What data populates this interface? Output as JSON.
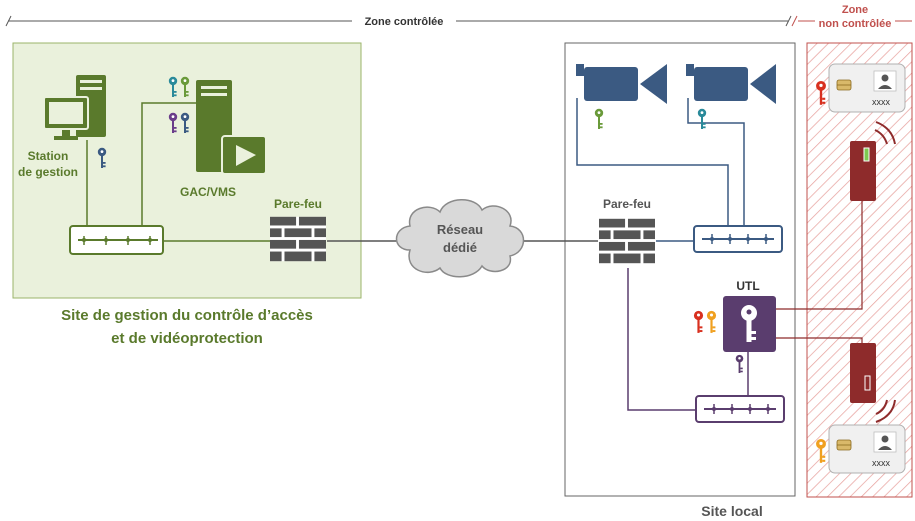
{
  "zones": {
    "controlled": "Zone contrôlée",
    "uncontrolled_line1": "Zone",
    "uncontrolled_line2": "non contrôlée"
  },
  "management_site": {
    "title_line1": "Site de gestion du contrôle d’accès",
    "title_line2": "et de vidéoprotection",
    "station_line1": "Station",
    "station_line2": "de gestion",
    "server_label": "GAC/VMS",
    "firewall_label": "Pare-feu"
  },
  "network": {
    "line1": "Réseau",
    "line2": "dédié"
  },
  "local_site": {
    "title": "Site local",
    "firewall_label": "Pare-feu",
    "utl_label": "UTL"
  },
  "badges": {
    "top": "xxxx",
    "bottom": "xxxx"
  },
  "colors": {
    "management_green": "#5a7a2c",
    "management_bg": "#eaf1dc",
    "network_blue": "#3b5a82",
    "utl_purple": "#5a3d6e",
    "reader_red": "#8e2b2b",
    "uncontrolled_red": "#c0504d",
    "key_red": "#d8301f",
    "key_orange": "#f0a020",
    "key_green": "#6a9a3a",
    "key_teal": "#2a8a9a",
    "key_purple": "#6a3d8a",
    "key_navy": "#3b5a82"
  }
}
